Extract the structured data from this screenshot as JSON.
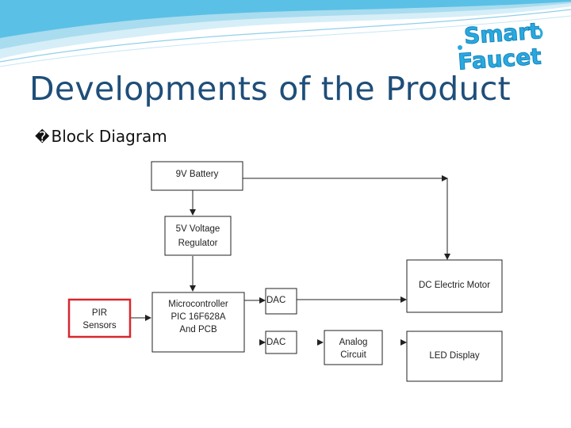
{
  "slide": {
    "title": "Developments of the Product",
    "bullet_glyph": "�",
    "bullet_text": "Block Diagram"
  },
  "logo": {
    "line1": "Smart",
    "line2": "Faucet",
    "color": "#29a9e0"
  },
  "diagram": {
    "battery": "9V Battery",
    "regulator": [
      "5V Voltage",
      "Regulator"
    ],
    "microcontroller": [
      "Microcontroller",
      "PIC 16F628A",
      "And PCB"
    ],
    "sensor": [
      "PIR",
      "Sensors"
    ],
    "dac_top": "DAC",
    "dac_bottom": "DAC",
    "analog": [
      "Analog",
      "Circuit"
    ],
    "motor": "DC Electric Motor",
    "display": "LED Display",
    "highlight_color": "#d9262c"
  }
}
